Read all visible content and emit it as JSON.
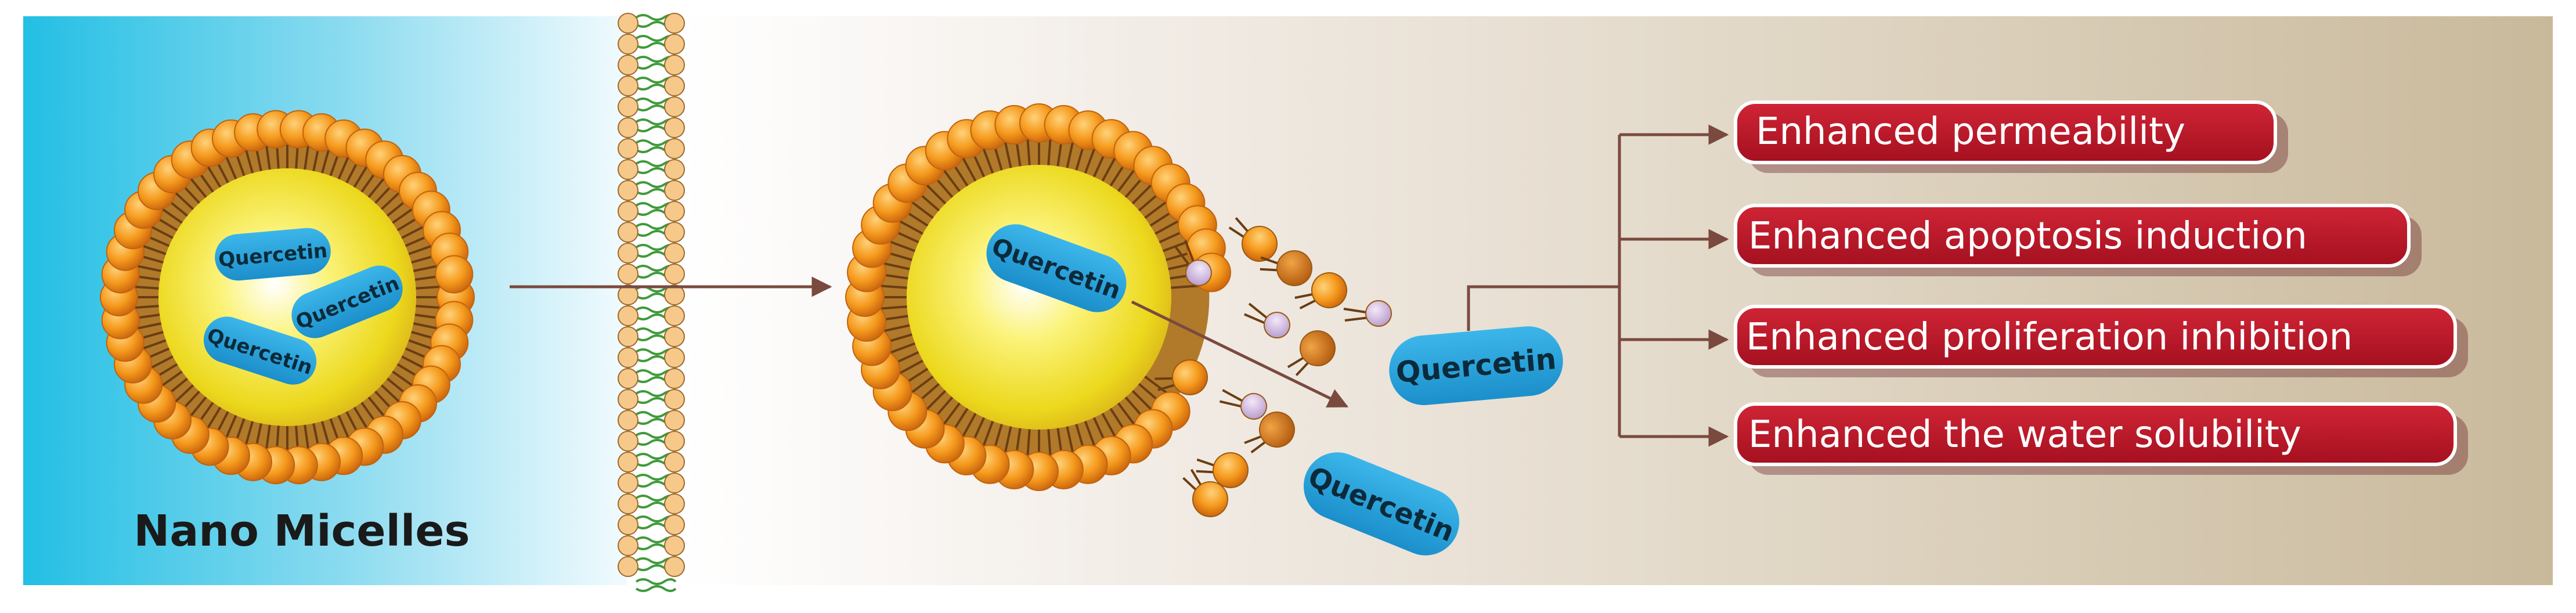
{
  "caption": "Nano Micelles",
  "drug_label": "Quercetin",
  "effects": [
    "Enhanced permeability",
    "Enhanced apoptosis induction",
    "Enhanced proliferation inhibition",
    "Enhanced the water solubility"
  ],
  "colors": {
    "panel_left": "#2ec4e6",
    "panel_right": "#c9b89c",
    "shell_head": "#f39a1c",
    "core": "#f2e023",
    "capsule": "#2aa6de",
    "effect_box": "#c0182b",
    "arrow": "#7a4a3e",
    "membrane_head": "#f6c98a",
    "membrane_tail": "#3f9a3a"
  }
}
